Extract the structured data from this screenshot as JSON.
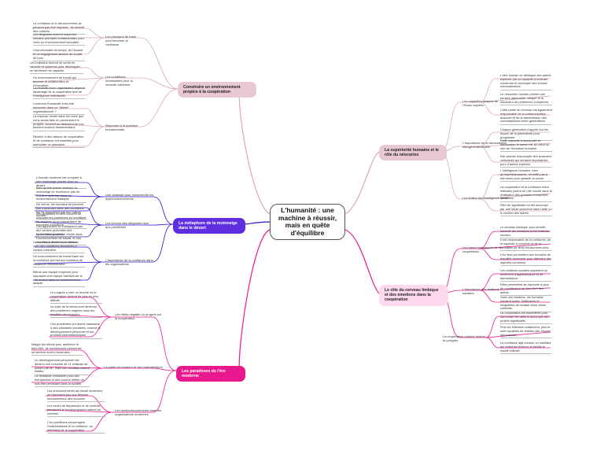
{
  "central": "L'humanité : une machine à réussir, mais en quête d'équilibre",
  "colors": {
    "pink": "#e8c9d2",
    "purple": "#5e2ee0",
    "purple_light": "#d9d4ff",
    "magenta": "#e8188f",
    "magenta_light": "#ffd9ee",
    "line_pink": "#d9a9b8",
    "line_purple": "#3a10c8",
    "line_magenta": "#e8188f"
  },
  "cooperation": {
    "title": "Construire un environnement propice à la coopération",
    "p1": "Les principes de base pour favoriser la confiance",
    "p1_items": [
      "La confiance et le découvrement ne peuvent pas être imposés ; ils doivent être cultivés.",
      "Les dirigeants doivent respecter certains principes fondamentaux pour créer un environnement favorable.",
      "Cela nécessite du temps, de l'écoute et un engagement sincère de la part de tous."
    ],
    "p2": "Les conditions nécessaires pour la réussite collective",
    "p2_items": [
      "Les individus doivent se sentir en sécurité et soutenus pour développer un sentiment de capacité.",
      "Un environnement de travail qui favorise la collaboration et l'innovation.",
      "La réussite d'une organisation dépend davantage de la coopération que de l'intelligence individuelle."
    ],
    "p3": "Répondre à la question fondamentale",
    "p3_items": [
      "Comment l'humanité s'est-elle retrouvée dans ce \"désert\" organisationnel ?",
      "La réponse réside dans les choix que nous avons faits en poursuivant le progrès, souvent au détriment de nos besoins sociaux fondamentaux.",
      "Revenir à des valeurs de coopération et de confiance est essentiel pour surmonter ce paradoxe."
    ]
  },
  "motoneige": {
    "title": "La métaphore de la motoneige dans le désert",
    "p1": "Une analogie pour comprendre les dysfonctionnements",
    "p1_items": [
      "L'humain moderne est comparé à une motoneige placée dans un désert.",
      "Bien qu'elle puisse avancer, la motoneige ne fonctionne pas de manière optimale dans un environnement inadapté.",
      "De même, les humains ne peuvent pas s'épanouir dans des conditions qui ne respectent pas leur nature sociale."
    ],
    "p2": "Les erreurs des dirigeants face aux problèmes",
    "p2_items": [
      "Les dirigeants tentent souvent de résoudre les problèmes en modifiant les équipes ou en introduisant de nouvelles incitations.",
      "Ces approches ne s'attaquent pas aux causes profondes des dysfonctionnements.",
      "Le véritable problème réside dans l'environnement de travail, et non dans les individus eux-mêmes."
    ],
    "p3": "L'importance de la confiance dans les organisations",
    "p3_items": [
      "La confiance réduit les frictions et crée des conditions favorables à l'action collective.",
      "Un environnement de travail basé sur la confiance permet aux individus de collaborer efficacement.",
      "Même une équipe moyenne peut surpasser une équipe talentueuse si elle évolue dans un environnement adapté."
    ]
  },
  "paradoxes": {
    "title": "Les paradoxes de l'ère moderne",
    "p1": "Les effets négatifs du progrès sur la coopération",
    "p1_items": [
      "Le progrès a créé un monde où la coopération devient de plus en plus difficile.",
      "Le culte de la stress sont devenus des problèmes majeurs dans les sociétés développées.",
      "Ces problèmes ont donné naissance à des industries lucratives, comme le développement personnel et les produits pharmaceutiques."
    ],
    "p2": "La quête du bonheur et ses contradictions",
    "p2_items": [
      "Malgré les efforts pour améliorer le bien-être, de nombreuses personnes se sentent moins heureuses.",
      "Le développement personnel est devenu une industrie de 11 milliards de dollars par an, mais ses résultats restent limités.",
      "La demande croissante pour des thérapeutes et des coachs reflète un mal-être persistant dans la société."
    ],
    "p3": "Les dysfonctionnements dans les organisations modernes",
    "p3_items": [
      "Les environnements de travail modernes ne répondent pas aux besoins fondamentaux des humains.",
      "Les excès de dépression et de contrôle perturbent le fonctionnement naturel du cerveau.",
      "Ces conditions encouragent l'individualisme et la méfiance, au détriment de la coopération."
    ]
  },
  "superiorite": {
    "title": "La supériorité humaine et le rôle du néocortex",
    "p1": "Les capacités uniques de l'Homo sapiens",
    "p1_items": [
      "L'être humain se distingue des autres espèces par sa capacité à inventer, construire et accomplir des choses extraordinaires.",
      "Le néocortex humain permet une pensée rationnelle, critique et la résolution de problèmes complexes.",
      "Cette partie du cerveau est également responsable de la communication avancée et de la transmission des connaissances entre générations."
    ],
    "p2": "L'importance de la transmission intergénérationnelle",
    "p2_items": [
      "Chaque génération s'appuie sur les leçons de la précédente pour progresser.",
      "Cette capacité à accumuler et transmettre le savoir est au cœur du rôle de l'évolution humaine.",
      "Elle permet d'accomplir des avancées collectives qui seraient impossibles pour d'autres espèces."
    ],
    "p3": "Les limites de l'intelligence seule",
    "p3_items": [
      "L'intelligence humaine, bien qu'impressionnante, ne suffit pas à elle seule pour garantir la survie.",
      "La coopération et la confiance entre individus jouent un rôle crucial dans la réalisation des grandes entreprises humaines.",
      "Rien de significatif n'a été accompli par une seule personne sans l'aide ou le soutien des autres."
    ]
  },
  "limbique": {
    "title": "Le rôle du cerveau limbique et des émotions dans la coopération",
    "p1": "Les bases biologiques de la coopération",
    "p1_items": [
      "Le cerveau limbique, plus primitif, contrôle les émotions et les instincts sociaux.",
      "Il est responsable de la confiance, de la capacité à coopérer et de la formation de liens émotionnels forts.",
      "Ces liens permettent aux humains de travailler ensemble pour atteindre des objectifs communs."
    ],
    "p2": "L'importance des relations sociales",
    "p2_items": [
      "Les relations sociales apportent un sentiment d'appartenance et de bienveillance.",
      "Elles permettent de répondre à plus de contributeur au bien-être des autres.",
      "Sans ces relations, les humains seraient isolés, inefficaces et incapables de réaliser leurs rêves collectifs."
    ],
    "p3": "La coopération comme moteur du progrès",
    "p3_items": [
      "La coopération est essentielle pour surmonter les défis et accomplir des projets significatifs.",
      "Plus les individus collaborent, plus le sont capables de réaliser des choses importantes.",
      "La confiance agit comme un lubrifiant qui réduit les frictions et facilite le travail collectif."
    ]
  }
}
